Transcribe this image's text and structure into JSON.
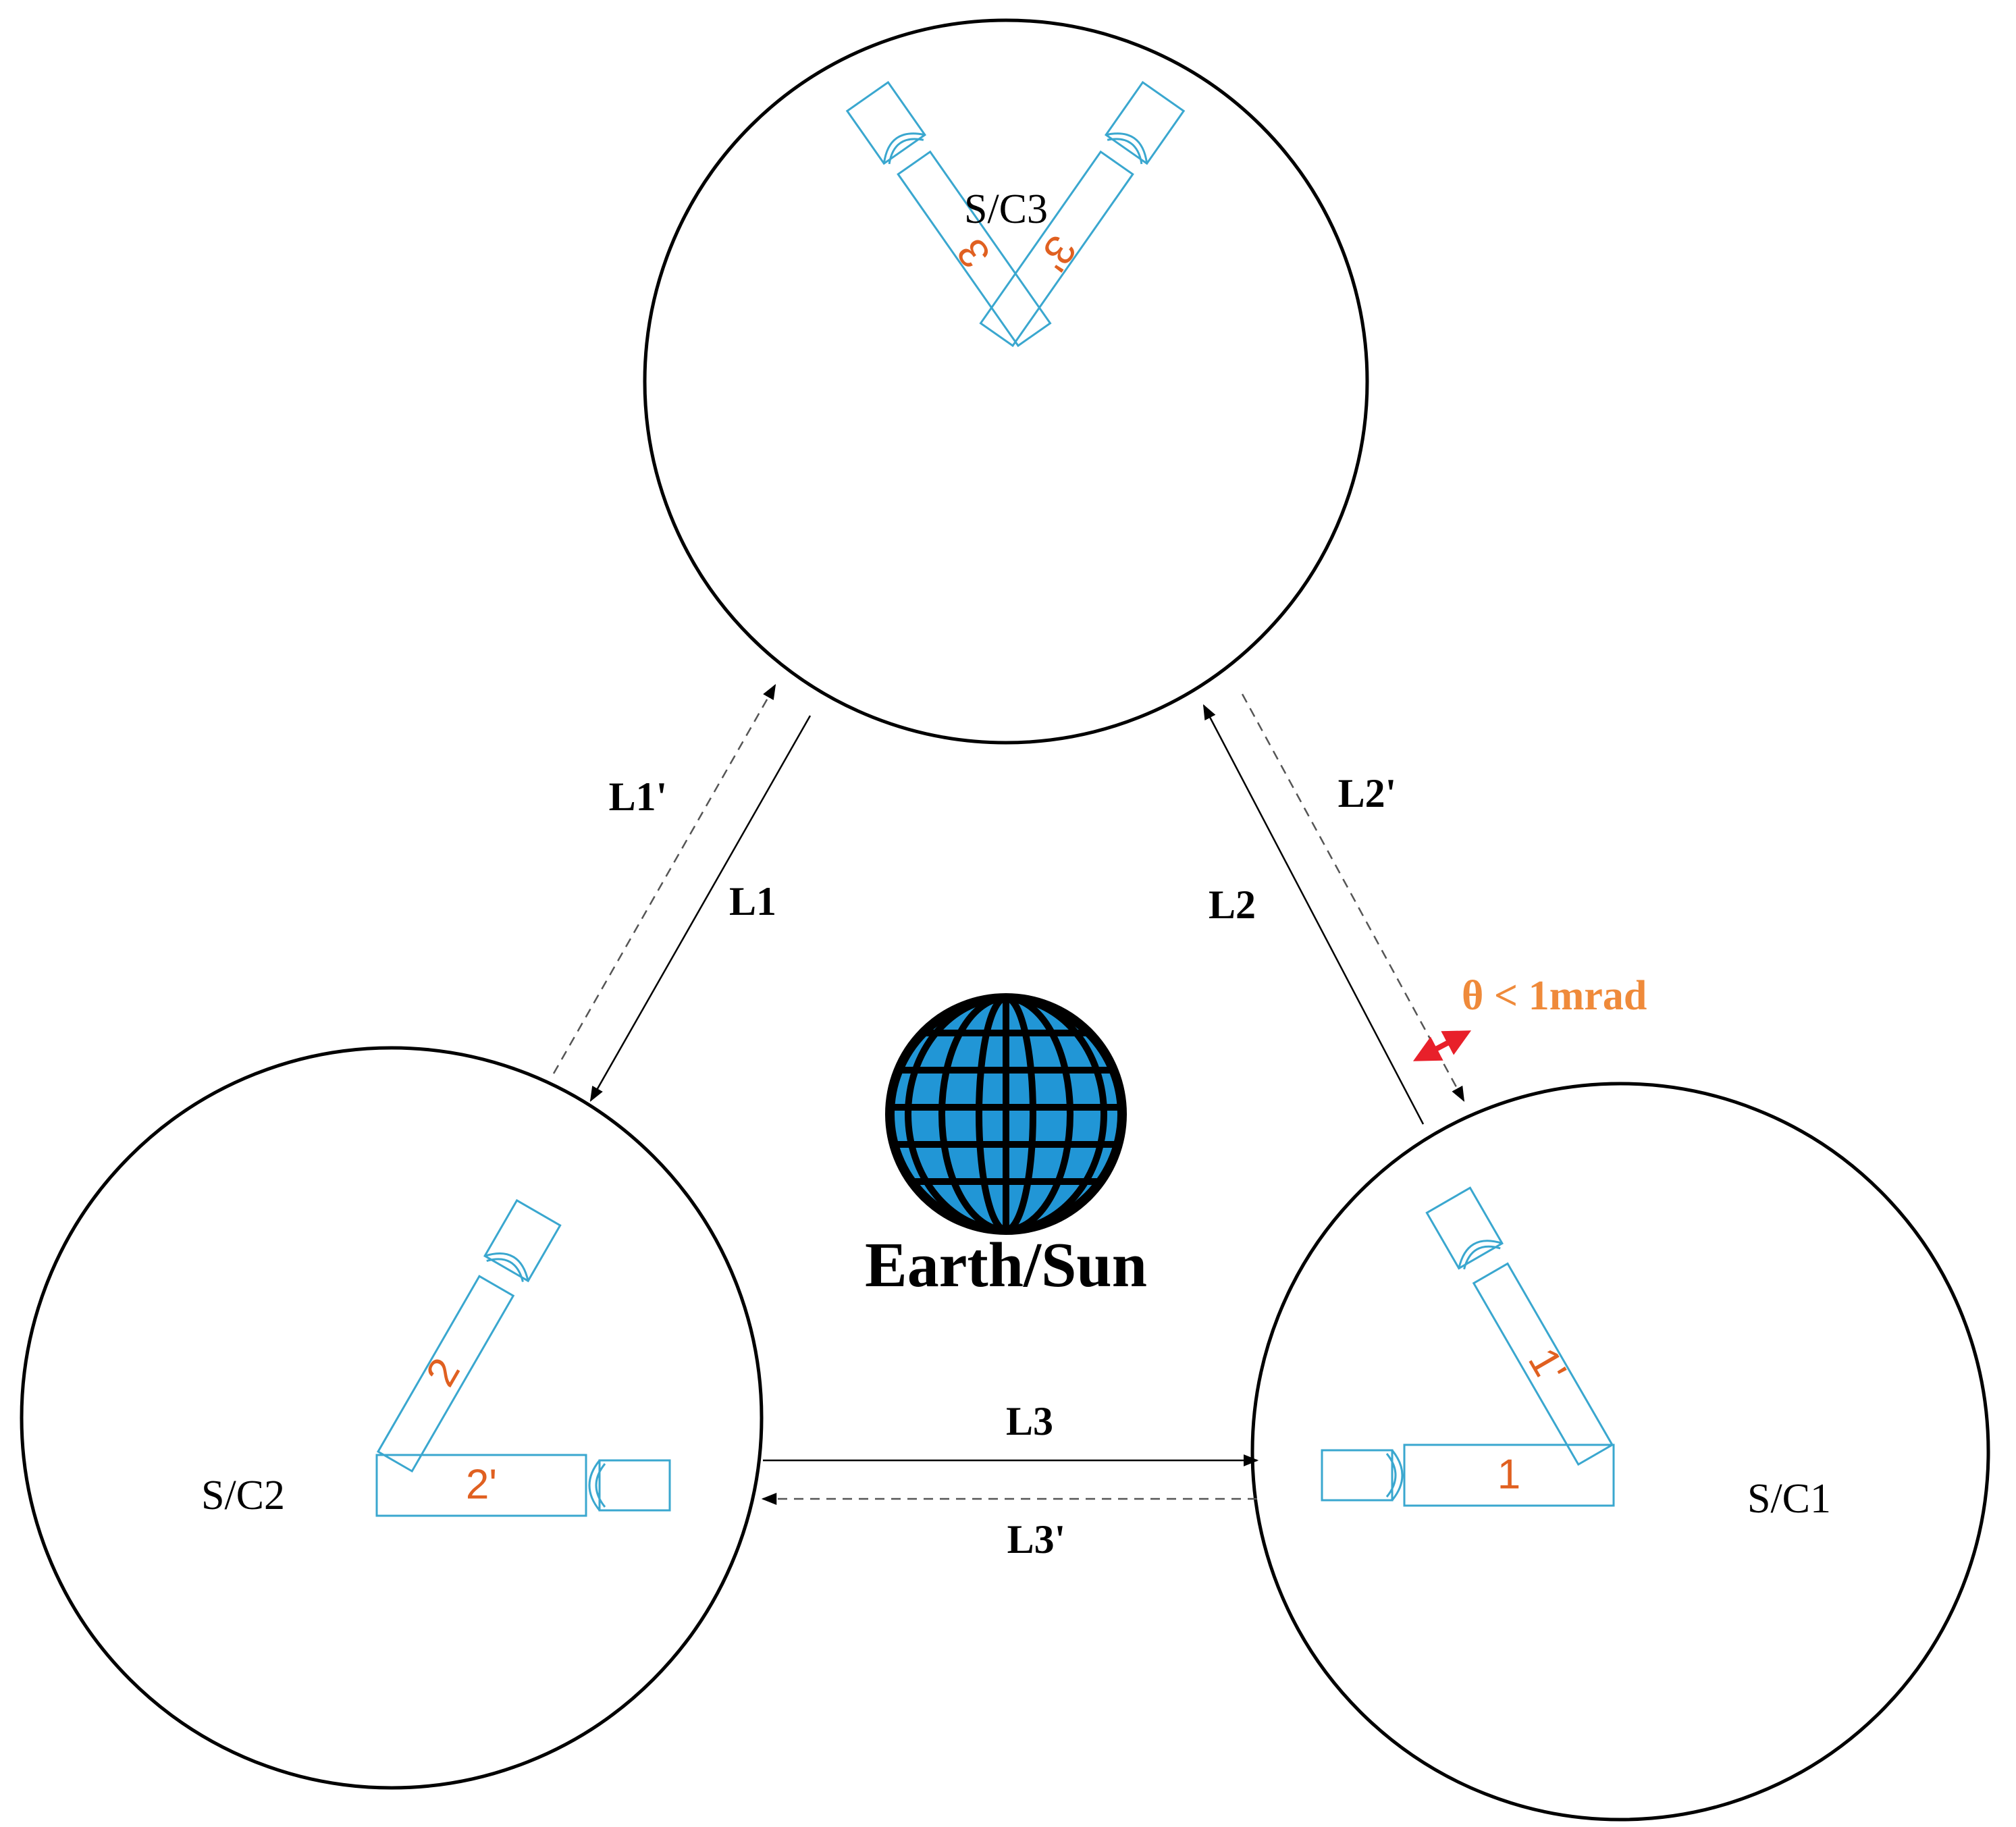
{
  "spacecraft": {
    "sc1": "S/C1",
    "sc2": "S/C2",
    "sc3": "S/C3"
  },
  "links": {
    "l1": "L1",
    "l1_prime": "L1'",
    "l2": "L2",
    "l2_prime": "L2'",
    "l3": "L3",
    "l3_prime": "L3'"
  },
  "benches": {
    "b1": "1",
    "b1_prime": "1'",
    "b2": "2",
    "b2_prime": "2'",
    "b3": "3",
    "b3_prime": "3'"
  },
  "center": {
    "label": "Earth/Sun",
    "icon": "globe-icon"
  },
  "annotation": {
    "theta": "θ < 1mrad"
  },
  "colors": {
    "instrument": "#3aa7cf",
    "bench_label": "#e06020",
    "theta_label": "#ef8a3a",
    "theta_marker": "#e8202a",
    "globe": "#2196d6"
  }
}
